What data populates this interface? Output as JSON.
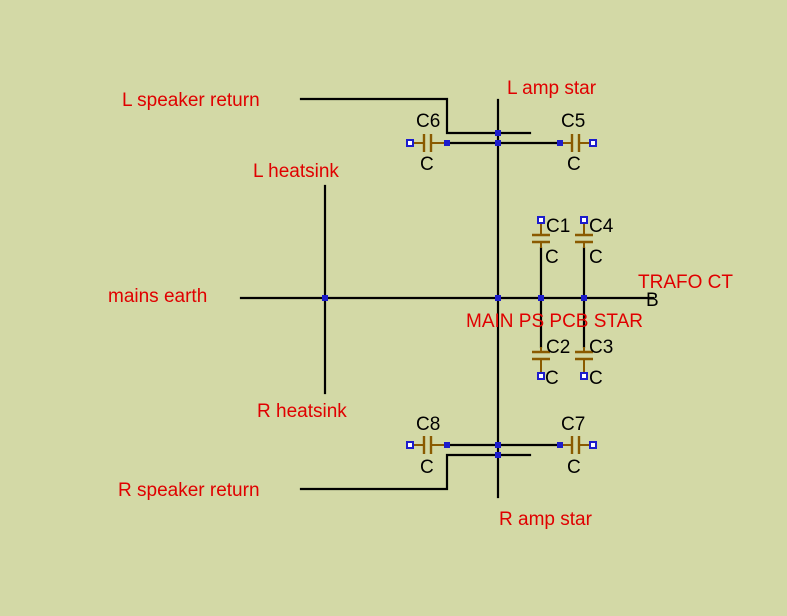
{
  "background": "#d3d9a6",
  "colors": {
    "net_label": "#e00000",
    "wire": "#000000",
    "capacitor": "#8a5a00",
    "junction": "#1c1ccc"
  },
  "labels": {
    "l_speaker_return": "L speaker return",
    "l_amp_star": "L amp star",
    "l_heatsink": "L heatsink",
    "mains_earth": "mains earth",
    "trafo_ct": "TRAFO CT",
    "trafo_pin": "B",
    "main_ps_pcb_star": "MAIN PS PCB STAR",
    "r_heatsink": "R heatsink",
    "r_speaker_return": "R speaker return",
    "r_amp_star": "R amp star"
  },
  "capacitors": {
    "c6": {
      "ref": "C6",
      "value": "C"
    },
    "c5": {
      "ref": "C5",
      "value": "C"
    },
    "c1": {
      "ref": "C1",
      "value": "C"
    },
    "c4": {
      "ref": "C4",
      "value": "C"
    },
    "c2": {
      "ref": "C2",
      "value": "C"
    },
    "c3": {
      "ref": "C3",
      "value": "C"
    },
    "c8": {
      "ref": "C8",
      "value": "C"
    },
    "c7": {
      "ref": "C7",
      "value": "C"
    }
  }
}
